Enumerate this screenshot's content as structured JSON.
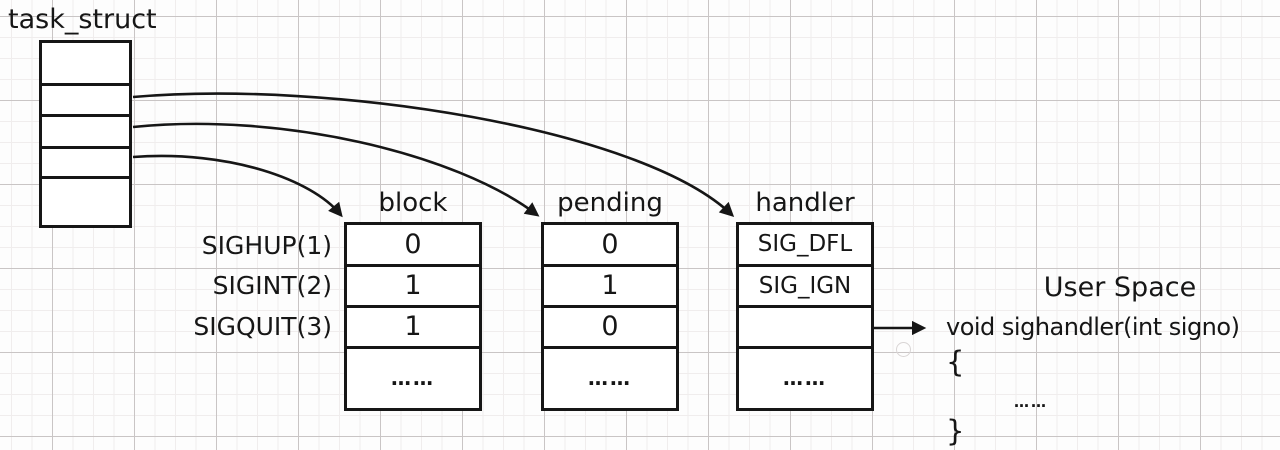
{
  "diagram": {
    "task_struct_label": "task_struct",
    "column_headers": [
      "block",
      "pending",
      "handler"
    ],
    "row_labels": [
      "SIGHUP(1)",
      "SIGINT(2)",
      "SIGQUIT(3)"
    ],
    "tables": {
      "block": [
        "0",
        "1",
        "1",
        "……"
      ],
      "pending": [
        "0",
        "1",
        "0",
        "……"
      ],
      "handler": [
        "SIG_DFL",
        "SIG_IGN",
        "",
        "……"
      ]
    },
    "user_space": {
      "title": "User Space",
      "signature": "void sighandler(int signo)",
      "open_brace": "{",
      "body_ellipsis": "……",
      "close_brace": "}"
    }
  },
  "colors": {
    "ink": "#161616",
    "grid_major": "#c9c5c5",
    "grid_minor": "#f0eded",
    "background": "#fdfdfd"
  }
}
